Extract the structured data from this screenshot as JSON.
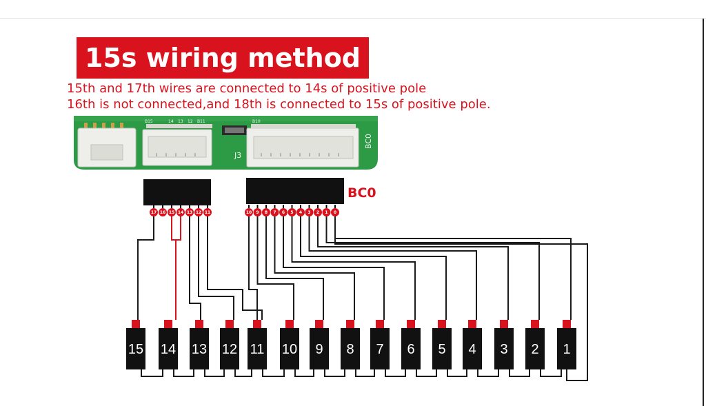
{
  "title": "15s wiring method",
  "notes": [
    "15th and 17th wires are connected to 14s of positive pole",
    "16th is not connected,and 18th is connected to 15s of positive pole."
  ],
  "pcb": {
    "connector_label": "J3",
    "board_label": "BC0",
    "silkscreen": [
      "B15",
      "14",
      "13",
      "12",
      "B11",
      "B10"
    ]
  },
  "left_connector_pins": [
    "17",
    "16",
    "15",
    "14",
    "13",
    "12",
    "11"
  ],
  "bc0_label": "BC0",
  "bc0_connector_pins": [
    "10",
    "9",
    "8",
    "7",
    "6",
    "5",
    "4",
    "3",
    "2",
    "1",
    "0"
  ],
  "cells": [
    "15",
    "14",
    "13",
    "12",
    "11",
    "10",
    "9",
    "8",
    "7",
    "6",
    "5",
    "4",
    "3",
    "2",
    "1"
  ],
  "colors": {
    "accent_red": "#d9131e",
    "wire": "#1a1a1a",
    "pcb_green": "#2d9a45",
    "connector_black": "#111111"
  }
}
